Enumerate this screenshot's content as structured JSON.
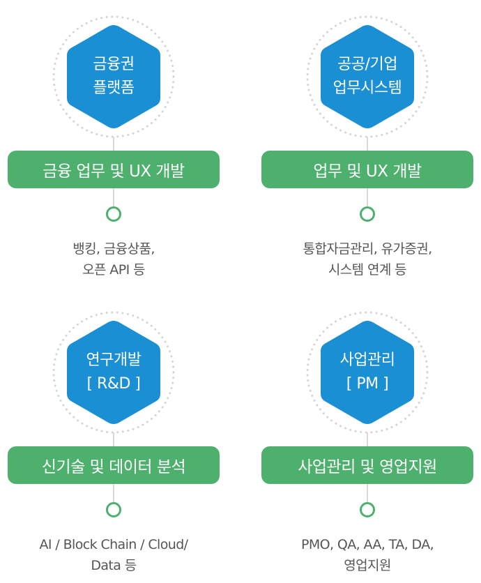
{
  "colors": {
    "hexagon_fill": "#1a8fd4",
    "ring_dots": "#d4d4d4",
    "pill_fill": "#4db06d",
    "circle_stroke": "#4db06d",
    "connector": "#d9d9d9",
    "description_text": "#555555"
  },
  "cards": [
    {
      "hex_line1": "금융권",
      "hex_line2": "플랫폼",
      "pill_label": "금융 업무 및 UX 개발",
      "desc_line1": "뱅킹, 금융상품,",
      "desc_line2": "오픈 API 등"
    },
    {
      "hex_line1": "공공/기업",
      "hex_line2": "업무시스템",
      "pill_label": "업무 및 UX 개발",
      "desc_line1": "통합자금관리, 유가증권,",
      "desc_line2": "시스템 연계 등"
    },
    {
      "hex_line1": "연구개발",
      "hex_line2": "[ R&D ]",
      "pill_label": "신기술 및 데이터 분석",
      "desc_line1": "AI / Block Chain / Cloud/",
      "desc_line2": "Data 등"
    },
    {
      "hex_line1": "사업관리",
      "hex_line2": "[ PM ]",
      "pill_label": "사업관리 및 영업지원",
      "desc_line1": "PMO, QA, AA, TA, DA,",
      "desc_line2": "영업지원"
    }
  ]
}
